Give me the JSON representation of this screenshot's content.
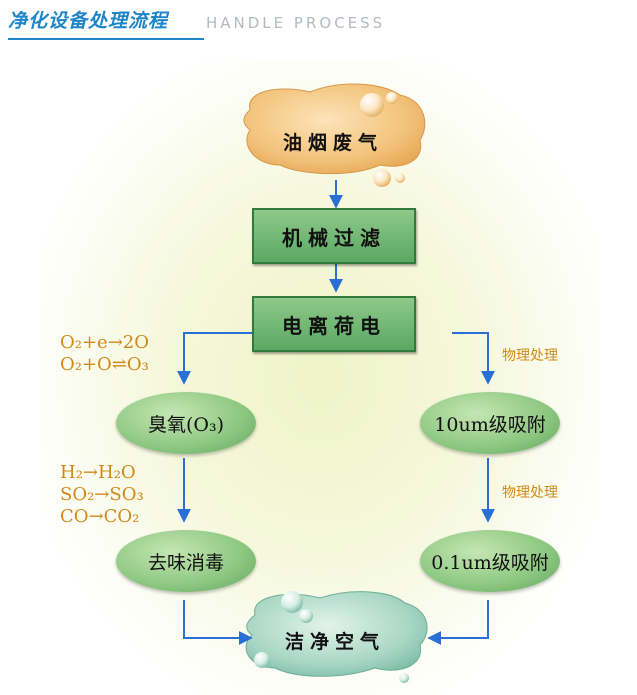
{
  "header": {
    "title_cn": "净化设备处理流程",
    "title_en": "HANDLE PROCESS"
  },
  "nodes": {
    "source": "油烟废气",
    "mech_filter": "机械过滤",
    "ionize": "电离荷电",
    "ozone": "臭氧(O₃)",
    "adsorb_10um": "10um级吸附",
    "deodorize": "去味消毒",
    "adsorb_01um": "0.1um级吸附",
    "clean_air": "洁净空气"
  },
  "annotations": {
    "ozone_eq1": "O₂+e→2O",
    "ozone_eq2": "O₂+O⇌O₃",
    "react_eq1": "H₂→H₂O",
    "react_eq2": "SO₂→SO₃",
    "react_eq3": "CO→CO₂",
    "physical_1": "物理处理",
    "physical_2": "物理处理"
  },
  "colors": {
    "brand_blue": "#1e86c8",
    "arrow_blue": "#2a6fd6",
    "box_green": "#5aa863",
    "annotation_orange": "#d08a1a",
    "blob_orange": "#f2c27a",
    "blob_green": "#9fd0c0"
  }
}
